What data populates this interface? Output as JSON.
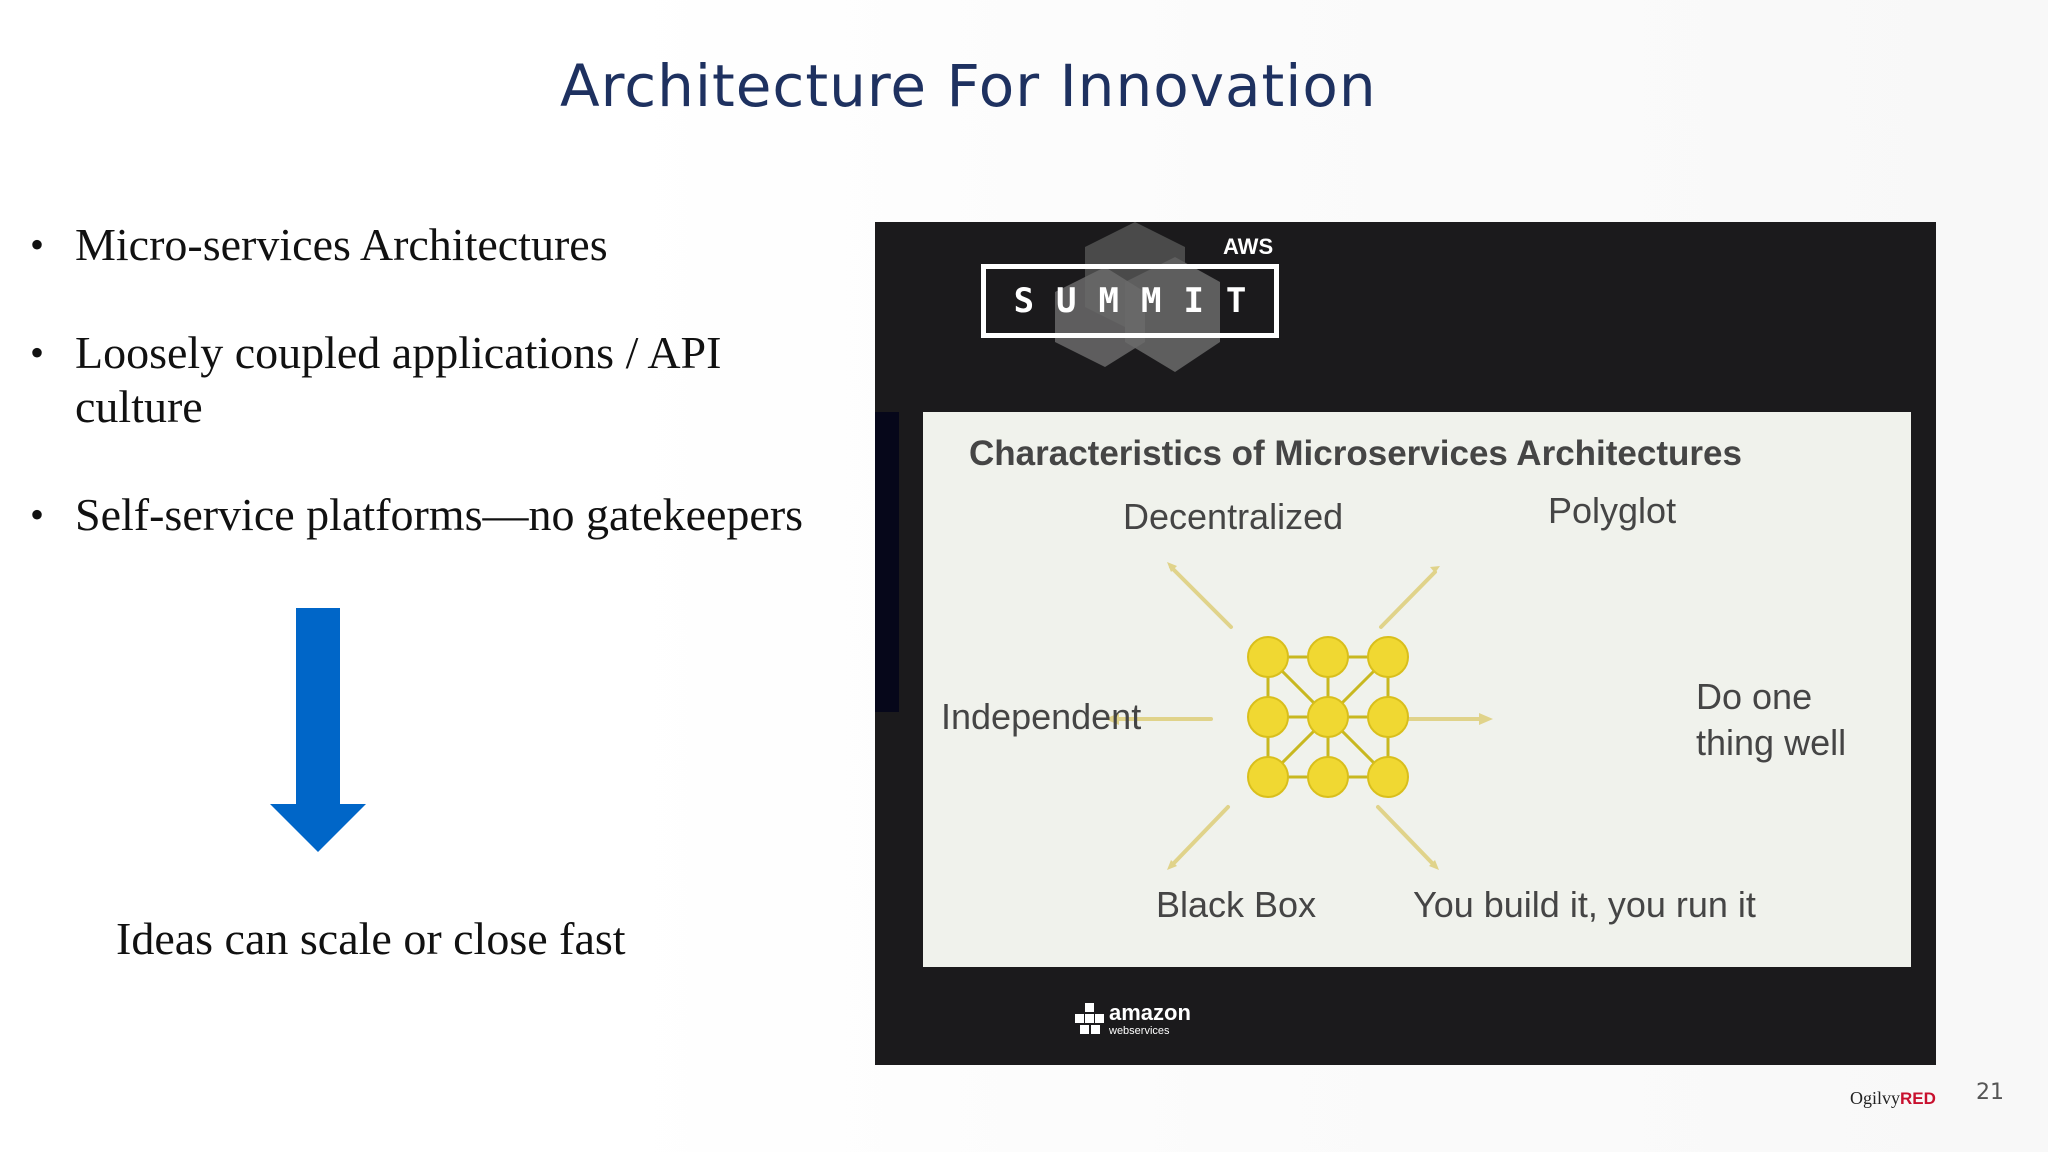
{
  "slide": {
    "title": "Architecture For Innovation",
    "bullets": [
      "Micro-services Architectures",
      "Loosely coupled applications / API culture",
      "Self-service platforms—no gatekeepers"
    ],
    "tagline": "Ideas can scale or close fast",
    "arrow_color": "#0066c8",
    "page_number": "21",
    "footer_brand": {
      "part1": "Ogilvy",
      "part2": "RED"
    }
  },
  "video": {
    "event_label_top": "AWS",
    "event_label_main": "SUMMIT",
    "panel": {
      "title": "Characteristics of Microservices Architectures",
      "labels": {
        "decentralized": "Decentralized",
        "polyglot": "Polyglot",
        "independent": "Independent",
        "do_one_line1": "Do one",
        "do_one_line2": "thing well",
        "black_box": "Black Box",
        "you_build": "You build it, you run it"
      },
      "node_color": "#f0d832",
      "line_color": "#e0d38a"
    },
    "aws_logo": {
      "word": "amazon",
      "sub": "webservices"
    }
  }
}
